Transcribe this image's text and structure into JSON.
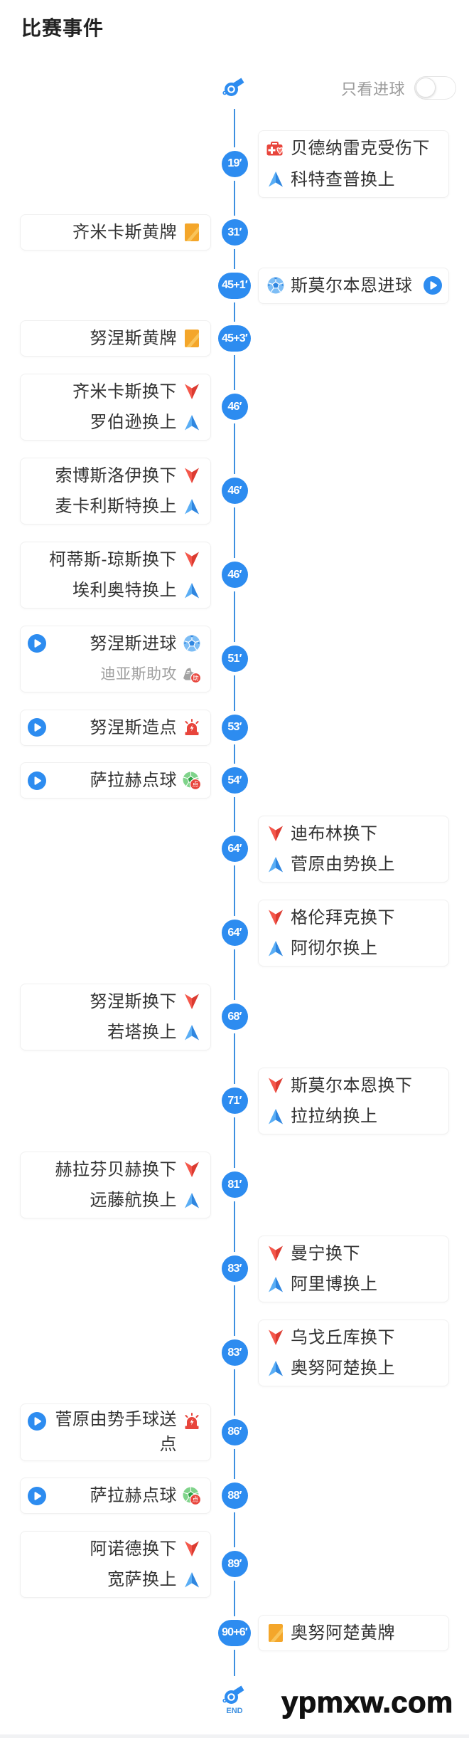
{
  "header": {
    "title": "比赛事件"
  },
  "filter": {
    "label": "只看进球",
    "enabled": false
  },
  "timeline": {
    "start_icon": "whistle-icon",
    "end_icon": "whistle-icon",
    "end_label": "END"
  },
  "badges": {
    "penalty": "点",
    "assist": "助"
  },
  "colors": {
    "accent": "#2d8cf0",
    "line": "#3d8fe0",
    "sub_out": "#e8453c",
    "sub_in": "#3a97ee",
    "yellow_card": "#f4a62a",
    "text": "#333333",
    "muted": "#a0a0a0"
  },
  "events": [
    {
      "minute": "19′",
      "side": "right",
      "video": false,
      "lines": [
        {
          "icon": "injury",
          "text": "贝德纳雷克受伤下"
        },
        {
          "icon": "sub-in",
          "text": "科特查普换上"
        }
      ]
    },
    {
      "minute": "31′",
      "side": "left",
      "video": false,
      "lines": [
        {
          "icon": "yellow-card",
          "text": "齐米卡斯黄牌"
        }
      ]
    },
    {
      "minute": "45+1′",
      "side": "right",
      "video": true,
      "lines": [
        {
          "icon": "goal",
          "text": "斯莫尔本恩进球"
        }
      ]
    },
    {
      "minute": "45+3′",
      "side": "left",
      "video": false,
      "lines": [
        {
          "icon": "yellow-card",
          "text": "努涅斯黄牌"
        }
      ]
    },
    {
      "minute": "46′",
      "side": "left",
      "video": false,
      "lines": [
        {
          "icon": "sub-out",
          "text": "齐米卡斯换下"
        },
        {
          "icon": "sub-in",
          "text": "罗伯逊换上"
        }
      ]
    },
    {
      "minute": "46′",
      "side": "left",
      "video": false,
      "lines": [
        {
          "icon": "sub-out",
          "text": "索博斯洛伊换下"
        },
        {
          "icon": "sub-in",
          "text": "麦卡利斯特换上"
        }
      ]
    },
    {
      "minute": "46′",
      "side": "left",
      "video": false,
      "lines": [
        {
          "icon": "sub-out",
          "text": "柯蒂斯-琼斯换下"
        },
        {
          "icon": "sub-in",
          "text": "埃利奥特换上"
        }
      ]
    },
    {
      "minute": "51′",
      "side": "left",
      "video": true,
      "lines": [
        {
          "icon": "goal",
          "text": "努涅斯进球"
        },
        {
          "icon": "assist",
          "text": "迪亚斯助攻",
          "muted": true
        }
      ]
    },
    {
      "minute": "53′",
      "side": "left",
      "video": true,
      "lines": [
        {
          "icon": "penalty-won",
          "text": "努涅斯造点"
        }
      ]
    },
    {
      "minute": "54′",
      "side": "left",
      "video": true,
      "lines": [
        {
          "icon": "penalty-goal",
          "text": "萨拉赫点球"
        }
      ]
    },
    {
      "minute": "64′",
      "side": "right",
      "video": false,
      "lines": [
        {
          "icon": "sub-out",
          "text": "迪布林换下"
        },
        {
          "icon": "sub-in",
          "text": "菅原由势换上"
        }
      ]
    },
    {
      "minute": "64′",
      "side": "right",
      "video": false,
      "lines": [
        {
          "icon": "sub-out",
          "text": "格伦拜克换下"
        },
        {
          "icon": "sub-in",
          "text": "阿彻尔换上"
        }
      ]
    },
    {
      "minute": "68′",
      "side": "left",
      "video": false,
      "lines": [
        {
          "icon": "sub-out",
          "text": "努涅斯换下"
        },
        {
          "icon": "sub-in",
          "text": "若塔换上"
        }
      ]
    },
    {
      "minute": "71′",
      "side": "right",
      "video": false,
      "lines": [
        {
          "icon": "sub-out",
          "text": "斯莫尔本恩换下"
        },
        {
          "icon": "sub-in",
          "text": "拉拉纳换上"
        }
      ]
    },
    {
      "minute": "81′",
      "side": "left",
      "video": false,
      "lines": [
        {
          "icon": "sub-out",
          "text": "赫拉芬贝赫换下"
        },
        {
          "icon": "sub-in",
          "text": "远藤航换上"
        }
      ]
    },
    {
      "minute": "83′",
      "side": "right",
      "video": false,
      "lines": [
        {
          "icon": "sub-out",
          "text": "曼宁换下"
        },
        {
          "icon": "sub-in",
          "text": "阿里博换上"
        }
      ]
    },
    {
      "minute": "83′",
      "side": "right",
      "video": false,
      "lines": [
        {
          "icon": "sub-out",
          "text": "乌戈丘库换下"
        },
        {
          "icon": "sub-in",
          "text": "奥努阿楚换上"
        }
      ]
    },
    {
      "minute": "86′",
      "side": "left",
      "video": true,
      "lines": [
        {
          "icon": "penalty-won",
          "text": "菅原由势手球送点"
        }
      ]
    },
    {
      "minute": "88′",
      "side": "left",
      "video": true,
      "lines": [
        {
          "icon": "penalty-goal",
          "text": "萨拉赫点球"
        }
      ]
    },
    {
      "minute": "89′",
      "side": "left",
      "video": false,
      "lines": [
        {
          "icon": "sub-out",
          "text": "阿诺德换下"
        },
        {
          "icon": "sub-in",
          "text": "宽萨换上"
        }
      ]
    },
    {
      "minute": "90+6′",
      "side": "right",
      "video": false,
      "lines": [
        {
          "icon": "yellow-card",
          "text": "奥努阿楚黄牌"
        }
      ]
    }
  ],
  "watermark": "ypmxw.com"
}
